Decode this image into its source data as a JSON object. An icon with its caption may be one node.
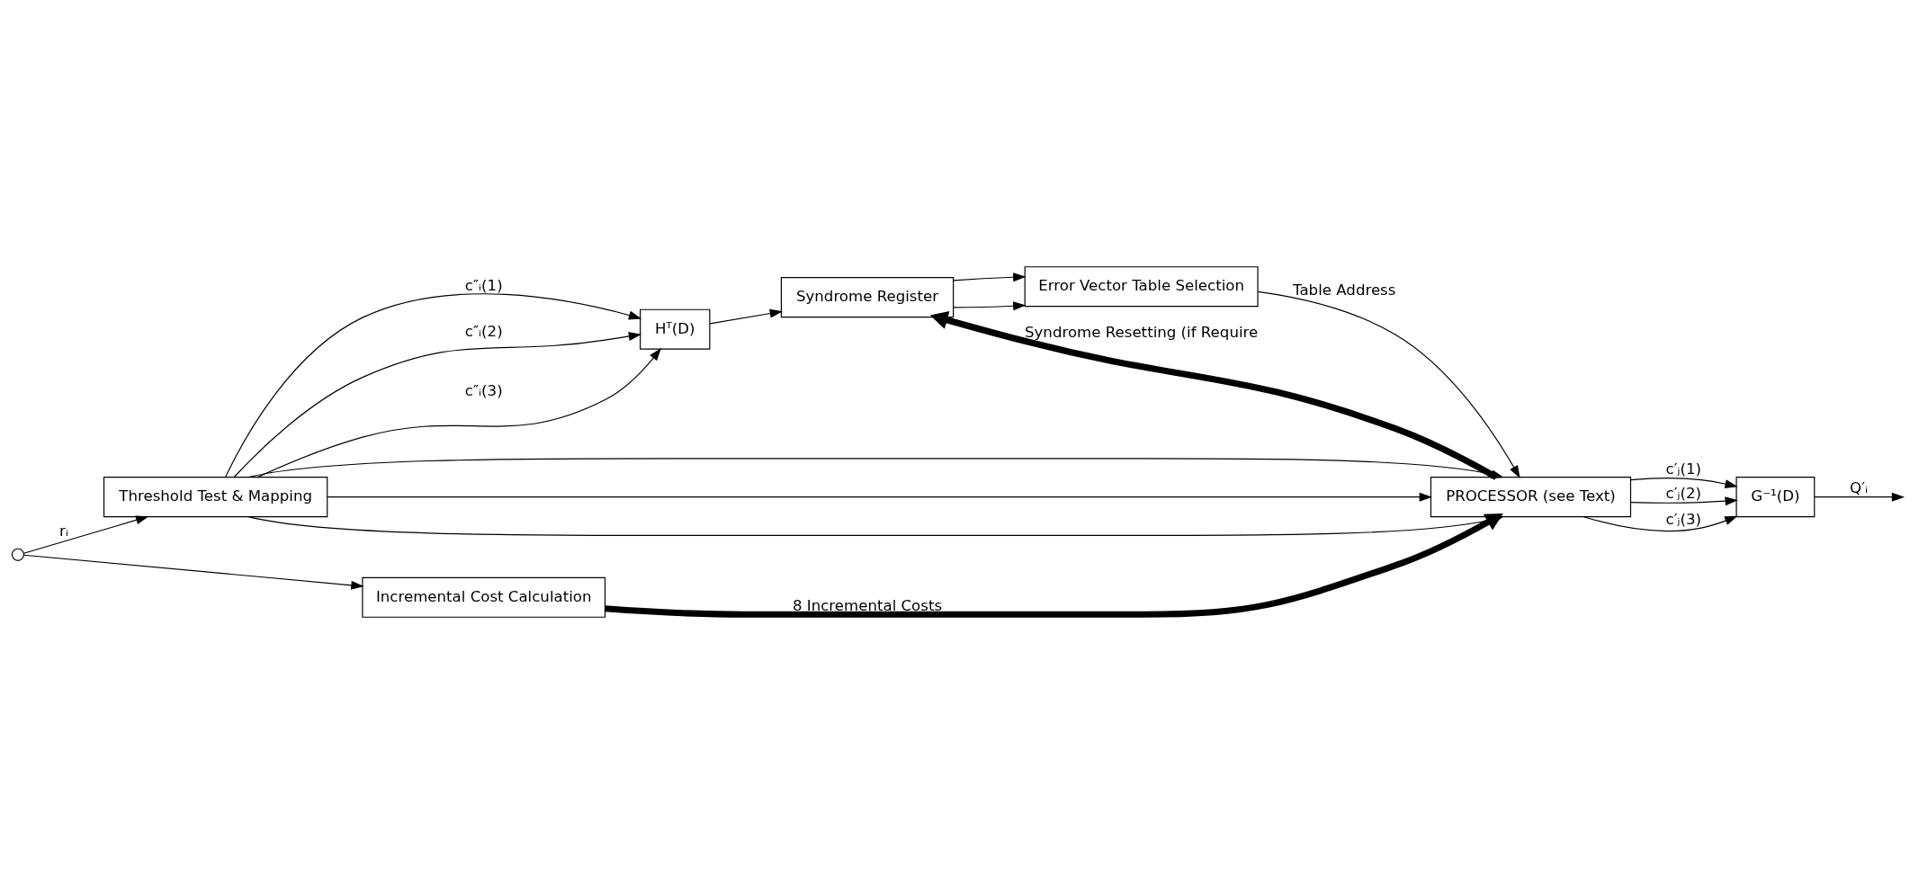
{
  "diagram": {
    "nodes": [
      {
        "text": [],
        "shape": "circle"
      },
      {
        "text": [
          "Threshold Test & Mapping"
        ]
      },
      {
        "text": [
          "Hᵀ(D)"
        ]
      },
      {
        "text": [
          "Syndrome Register"
        ]
      },
      {
        "text": [
          "Error Vector Table Selection"
        ]
      },
      {
        "text": [
          "PROCESSOR (see Text)"
        ]
      },
      {
        "text": [
          "Incremental Cost Calculation"
        ]
      },
      {
        "text": [
          "G⁻¹(D)"
        ]
      }
    ],
    "edges": [
      {
        "from": 0,
        "to": 1,
        "arrow": "to",
        "label": "rᵢ"
      },
      {
        "from": 0,
        "to": 6,
        "arrow": "to"
      },
      {
        "from": 1,
        "to": 2,
        "arrow": "to",
        "label": "c″ᵢ(1)"
      },
      {
        "from": 1,
        "to": 2,
        "arrow": "to",
        "label": "c″ᵢ(2)"
      },
      {
        "from": 1,
        "to": 2,
        "arrow": "to",
        "label": "c″ᵢ(3)"
      },
      {
        "from": 1,
        "to": 5,
        "arrow": "to"
      },
      {
        "from": 1,
        "to": 5,
        "arrow": "to"
      },
      {
        "from": 1,
        "to": 5,
        "arrow": "to"
      },
      {
        "from": 2,
        "to": 3,
        "arrow": "to"
      },
      {
        "from": 3,
        "to": 4,
        "arrow": "to"
      },
      {
        "from": 3,
        "to": 4,
        "arrow": "to"
      },
      {
        "from": 4,
        "to": 5,
        "arrow": "to",
        "label": "Table Address"
      },
      {
        "from": 5,
        "to": 3,
        "arrow": "to",
        "style": "thick",
        "label": "Syndrome Resetting (if Require"
      },
      {
        "from": 6,
        "to": 5,
        "arrow": "to",
        "style": "thick",
        "label": "8 Incremental Costs"
      },
      {
        "from": 5,
        "to": 7,
        "arrow": "to",
        "label": "c′ⱼ(1)"
      },
      {
        "from": 5,
        "to": 7,
        "arrow": "to",
        "label": "c′ⱼ(2)"
      },
      {
        "from": 5,
        "to": 7,
        "arrow": "to",
        "label": "c′ⱼ(3)"
      },
      {
        "from": 7,
        "to": null,
        "arrow": "to",
        "label": "Q′ᵢ"
      }
    ]
  }
}
